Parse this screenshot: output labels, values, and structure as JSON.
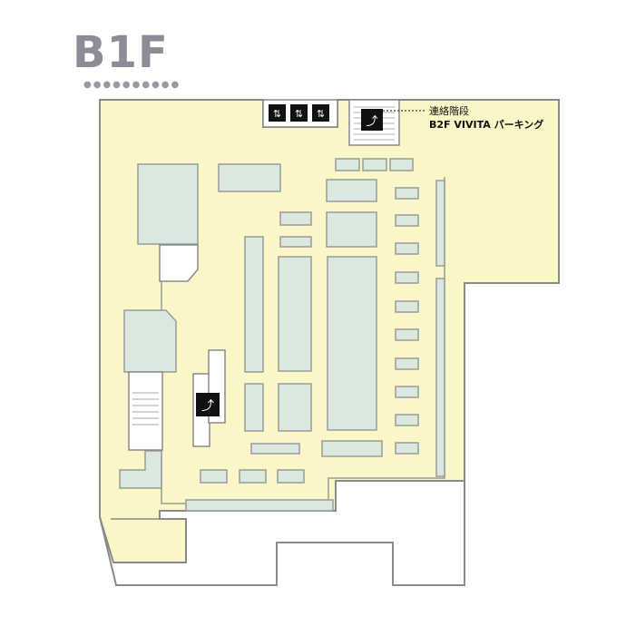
{
  "floor": {
    "title": "B1F",
    "dots": "●●●●●●●●●●"
  },
  "stairs_callout": {
    "line1": "連絡階段",
    "line2": "B2F  VIVITA パーキング"
  },
  "icons": {
    "elevator": "elevator-icon",
    "escalator": "escalator-icon"
  },
  "colors": {
    "floor_fill": "#fbf6c8",
    "shop_fill": "#dae8df",
    "wall": "#8a8a8a",
    "title": "#8c8c96",
    "icon_bg": "#111111"
  }
}
